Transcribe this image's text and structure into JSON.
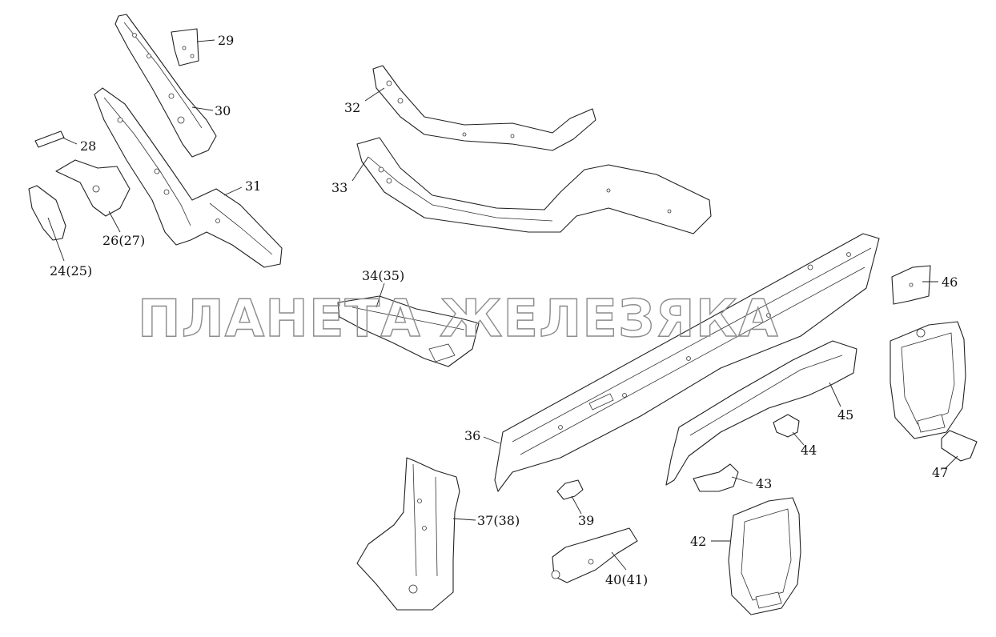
{
  "watermark": "ПЛАНЕТА ЖЕЛЕЗЯКА",
  "callouts": {
    "p24": "24(25)",
    "p26": "26(27)",
    "p28": "28",
    "p29": "29",
    "p30": "30",
    "p31": "31",
    "p32": "32",
    "p33": "33",
    "p34": "34(35)",
    "p36": "36",
    "p37": "37(38)",
    "p39": "39",
    "p40": "40(41)",
    "p42": "42",
    "p43": "43",
    "p44": "44",
    "p45": "45",
    "p46": "46",
    "p47": "47"
  }
}
